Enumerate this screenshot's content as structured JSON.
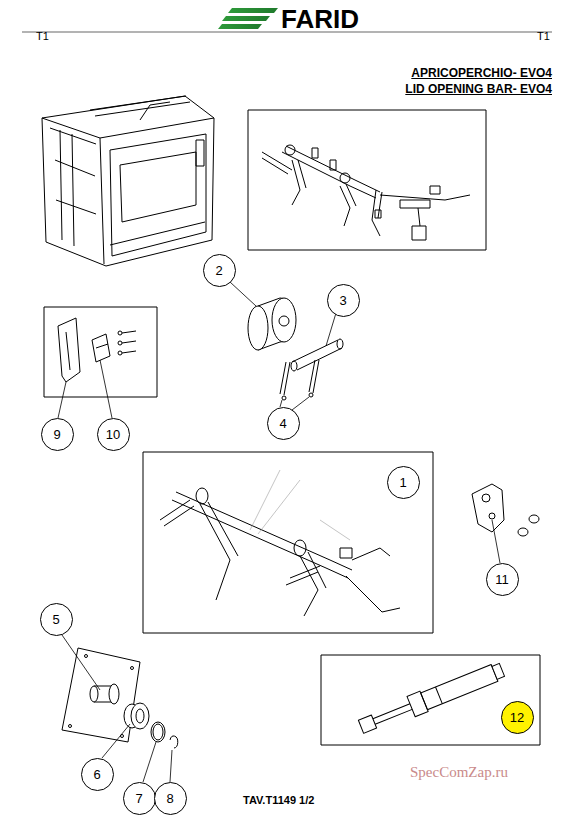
{
  "diagram": {
    "title": "APRICOPERCHIO- EVO4",
    "nodes": [
      {
        "text": [
          "2"
        ]
      },
      {
        "text": [
          "3"
        ]
      },
      {
        "text": [
          "4"
        ]
      },
      {
        "text": [
          "9"
        ]
      },
      {
        "text": [
          "10"
        ]
      },
      {
        "text": [
          "1"
        ]
      },
      {
        "text": [
          "11"
        ]
      },
      {
        "text": [
          "5"
        ]
      },
      {
        "text": [
          "12"
        ]
      },
      {
        "text": [
          "6"
        ]
      },
      {
        "text": [
          "7"
        ]
      },
      {
        "text": [
          "8"
        ]
      }
    ],
    "labels": [
      "FARID",
      "T1",
      "T1",
      "LID OPENING BAR- EVO4",
      "TAV.T1149 1/2",
      "SpecComZap.ru"
    ]
  }
}
